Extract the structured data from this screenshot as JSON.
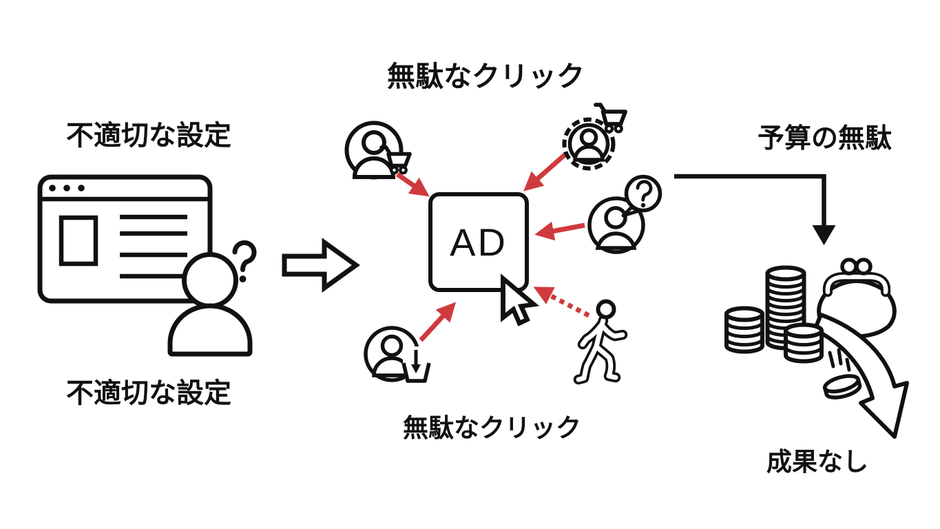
{
  "colors": {
    "ink": "#111111",
    "red": "#cf3a3e",
    "background": "#ffffff"
  },
  "labels": {
    "improper_settings_top": "不適切な設定",
    "improper_settings_bottom": "不適切な設定",
    "wasted_clicks_top": "無駄なクリック",
    "wasted_clicks_bottom": "無駄なクリック",
    "budget_waste": "予算の無駄",
    "no_results": "成果なし"
  },
  "ad_box": {
    "label": "AD"
  },
  "glyphs": {
    "question_mark": "?"
  },
  "icons": {
    "browser_window": "browser-window-wireframe-icon",
    "confused_user": "person-with-question-mark-icon",
    "flow_arrow": "block-arrow-right-icon",
    "shopper_user": "person-in-circle-with-shopping-cart-icon",
    "coin_shopper_user": "person-on-coin-with-shopping-cart-icon",
    "question_user": "person-with-question-speech-bubble-icon",
    "download_user": "person-with-download-tray-icon",
    "walking_user": "walking-person-icon",
    "mouse_cursor": "mouse-pointer-icon",
    "wasted_click_arrows": "red-arrows-toward-ad",
    "budget_arrow": "elbow-arrow-down-icon",
    "coin_stacks": "coin-stacks-icon",
    "purse": "coin-purse-icon",
    "falling_coin_arrow": "falling-coin-with-curved-arrow-icon"
  }
}
